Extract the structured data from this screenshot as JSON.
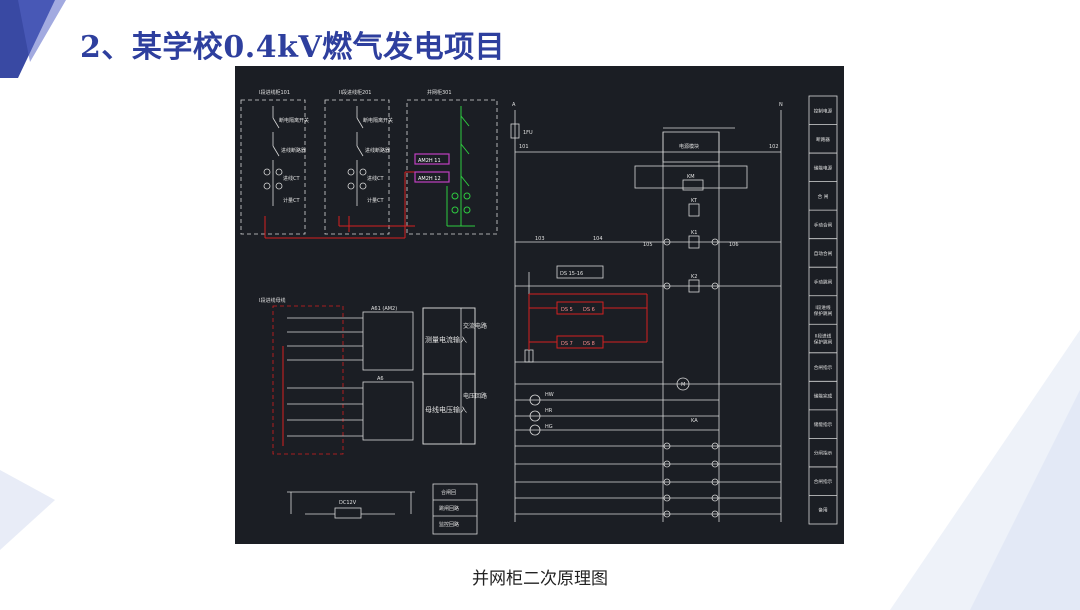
{
  "slide": {
    "title": "2、某学校0.4kV燃气发电项目",
    "caption": "并网柜二次原理图"
  },
  "colors": {
    "title": "#2e3f9e",
    "diagram_bg": "#1b1e24",
    "line": "#d8d8d8",
    "red": "#d42020",
    "green": "#2ecc40",
    "magenta": "#c040c0"
  },
  "diagram": {
    "panels": {
      "p1_title": "I段进线柜101",
      "p2_title": "II段进线柜201",
      "p3_title": "并网柜301",
      "p1_switch": "断电隔离开关",
      "p1_breaker": "进线断路器",
      "p1_ct": "进线CT",
      "p1_ct2": "计量CT",
      "p2_switch": "断电隔离开关",
      "p2_breaker": "进线断路器",
      "p2_ct": "进线CT",
      "p2_ct2": "计量CT",
      "mod1": "AM2H 11",
      "mod2": "AM2H 12",
      "busbar": "I段进线母线",
      "meter": "A61 (AM2)",
      "meter2": "A6",
      "meas_current": "测量电流输入",
      "meas_voltage": "母线电压输入",
      "ac_circuit": "交流电路",
      "v_circuit": "电压回路",
      "bottom_mod": "DC12V",
      "legend1": "合闸回",
      "legend2": "跳闸回路",
      "legend3": "监控回路",
      "node_a": "A",
      "node_n": "N",
      "fuse": "1FU",
      "node_101": "101",
      "node_102": "102",
      "node_103": "103",
      "node_104": "104",
      "node_105": "105",
      "node_106": "106",
      "dc_supply": "电源模块",
      "relay_t1": "K1",
      "relay_t2": "K2",
      "relay_km": "KM",
      "relay_kt": "KT",
      "relay_ka": "KA",
      "timer": "DS 15-16",
      "r1": "DS 5",
      "r2": "DS 6",
      "r3": "DS 7",
      "r4": "DS 8",
      "motor": "M",
      "lamp1": "HW",
      "lamp2": "HR",
      "lamp3": "HG"
    },
    "right_labels": [
      "控制电源",
      "断路器",
      "储能电源",
      "合 闸",
      "手动合闸",
      "自动合闸",
      "手动跳闸",
      "I段进线\n保护跳闸",
      "II段进线\n保护跳闸",
      "合闸指示",
      "储能完成",
      "储能指示",
      "分闸指示",
      "合闸指示",
      "备用"
    ]
  }
}
